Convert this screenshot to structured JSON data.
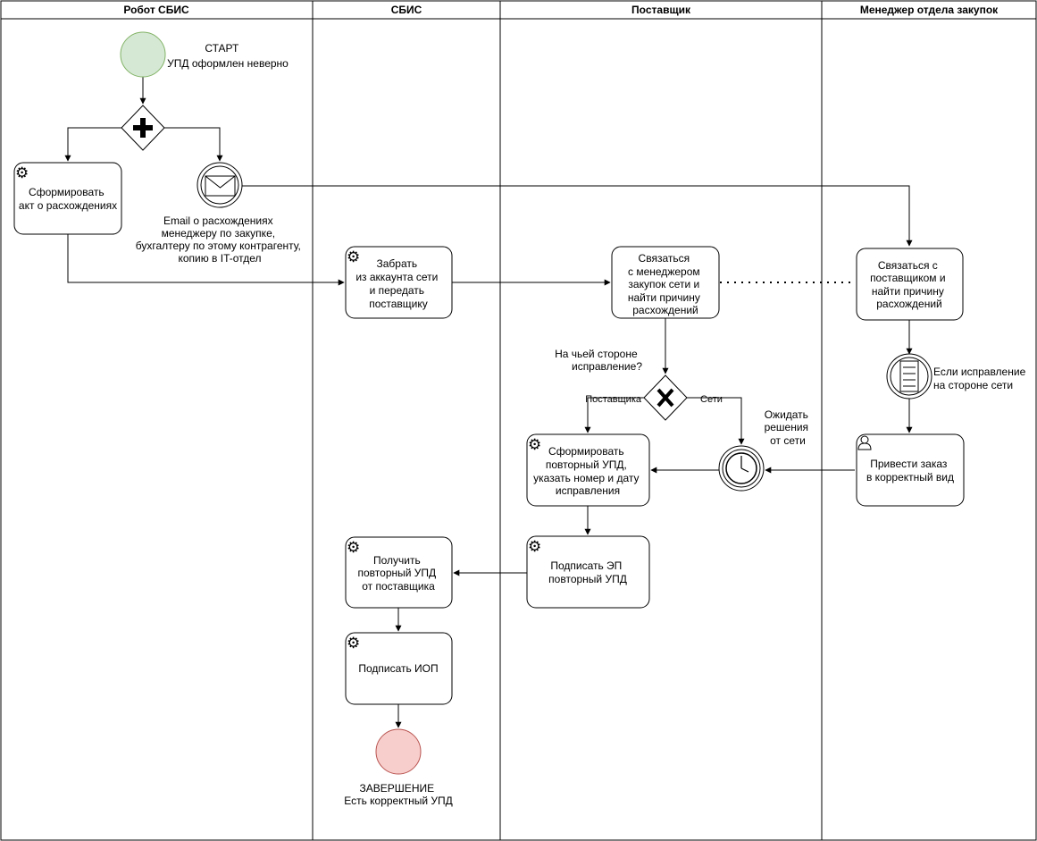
{
  "lanes": [
    "Робот СБИС",
    "СБИС",
    "Поставщик",
    "Менеджер отдела закупок"
  ],
  "start_event": {
    "lines": [
      "СТАРТ",
      "УПД оформлен неверно"
    ]
  },
  "end_event": {
    "lines": [
      "ЗАВЕРШЕНИЕ",
      "Есть корректный УПД"
    ]
  },
  "email_event": {
    "lines": [
      "Email о расхождениях",
      "менеджеру по закупке,",
      "бухгалтеру по этому контрагенту,",
      "копию в IT-отдел"
    ]
  },
  "doc_event": {
    "lines": [
      "Если исправление",
      "на стороне сети"
    ]
  },
  "timer_event": {
    "lines": [
      "Ожидать",
      "решения",
      "от сети"
    ]
  },
  "gateway_question": {
    "lines": [
      "На чьей стороне",
      "исправление?"
    ]
  },
  "branches": {
    "supplier": "Поставщика",
    "network": "Сети"
  },
  "tasks": {
    "t1": [
      "Сформировать",
      "акт о расхождениях"
    ],
    "t2": [
      "Забрать",
      "из аккаунта сети",
      "и передать",
      "поставщику"
    ],
    "t3": [
      "Связаться",
      "с менеджером",
      "закупок сети и",
      "найти причину",
      "расхождений"
    ],
    "t4": [
      "Связаться с",
      "поставщиком и",
      "найти причину",
      "расхождений"
    ],
    "t5": [
      "Сформировать",
      "повторный УПД,",
      "указать номер и дату",
      "исправления"
    ],
    "t6": [
      "Привести заказ",
      "в корректный вид"
    ],
    "t7": [
      "Подписать ЭП",
      "повторный УПД"
    ],
    "t8": [
      "Получить",
      "повторный УПД",
      "от поставщика"
    ],
    "t9": [
      "Подписать ИОП"
    ]
  },
  "colors": {
    "start_fill": "#d5e8d4",
    "start_stroke": "#82b366",
    "end_fill": "#f8cecc",
    "end_stroke": "#b85450"
  }
}
